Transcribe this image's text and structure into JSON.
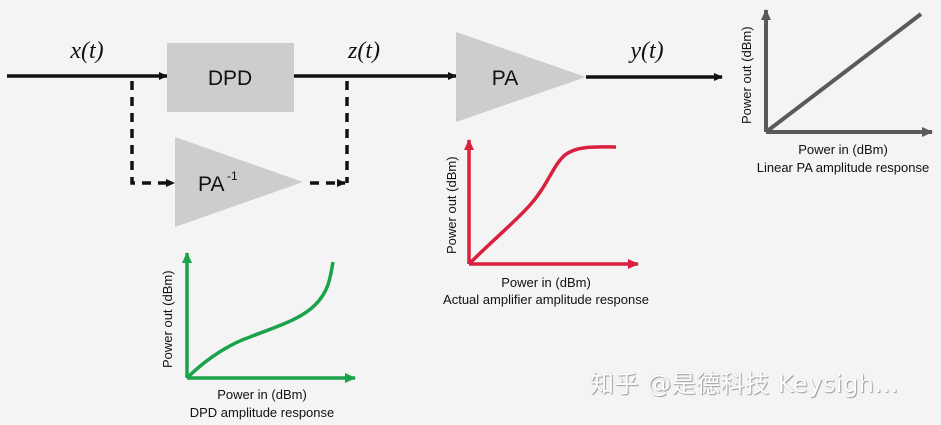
{
  "signals": {
    "input": "x(t)",
    "predistorted": "z(t)",
    "output": "y(t)"
  },
  "blocks": {
    "dpd": "DPD",
    "pa": "PA",
    "pa_inverse": "PA",
    "pa_inverse_superscript": "-1"
  },
  "charts": {
    "linear": {
      "ylabel": "Power out (dBm)",
      "xlabel": "Power in (dBm)",
      "caption": "Linear PA amplitude response",
      "color": "#5a5a5a"
    },
    "actual": {
      "ylabel": "Power out (dBm)",
      "xlabel": "Power in (dBm)",
      "caption": "Actual amplifier amplitude response",
      "color": "#d9203f"
    },
    "dpd": {
      "ylabel": "Power out (dBm)",
      "xlabel": "Power in (dBm)",
      "caption": "DPD amplitude response",
      "color": "#1aa34a"
    }
  },
  "colors": {
    "background": "#f4f4f4",
    "block_fill": "#cdcdd0",
    "line": "#111111"
  },
  "watermark": "知乎 @是德科技 Keysigh..."
}
